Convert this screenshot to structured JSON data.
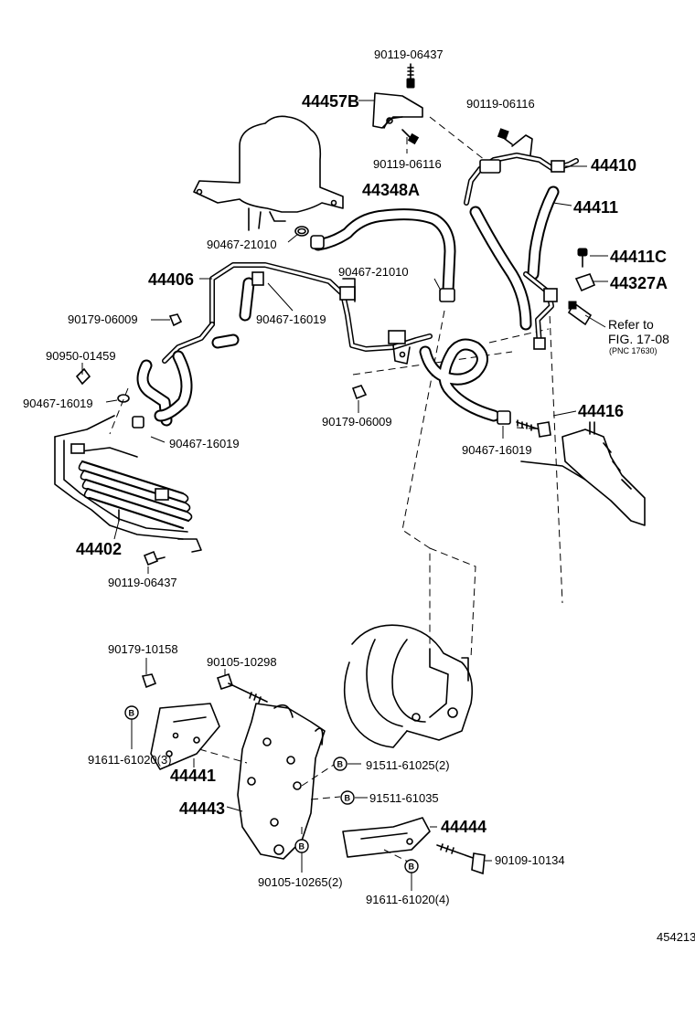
{
  "labels": {
    "p_90119_06437_top": "90119-06437",
    "p_44457B": "44457B",
    "p_90119_06116_a": "90119-06116",
    "p_90119_06116_b": "90119-06116",
    "p_44410": "44410",
    "p_44348A": "44348A",
    "p_44411": "44411",
    "p_90467_21010_a": "90467-21010",
    "p_44411C": "44411C",
    "p_44406": "44406",
    "p_90467_21010_b": "90467-21010",
    "p_44327A": "44327A",
    "p_90179_06009_a": "90179-06009",
    "p_90467_16019_a": "90467-16019",
    "p_90950_01459": "90950-01459",
    "p_90467_16019_b": "90467-16019",
    "p_90179_06009_b": "90179-06009",
    "p_44416": "44416",
    "p_90467_16019_c": "90467-16019",
    "p_90467_16019_d": "90467-16019",
    "p_44402": "44402",
    "p_90119_06437_bot": "90119-06437",
    "p_90179_10158": "90179-10158",
    "p_90105_10298": "90105-10298",
    "p_91611_61020_3": "91611-61020(3)",
    "p_91511_61025_2": "91511-61025(2)",
    "p_44441": "44441",
    "p_91511_61035": "91511-61035",
    "p_44443": "44443",
    "p_44444": "44444",
    "p_90109_10134": "90109-10134",
    "p_90105_10265_2": "90105-10265(2)",
    "p_91611_61020_4": "91611-61020(4)"
  },
  "refer": {
    "line1": "Refer to",
    "line2": "FIG. 17-08",
    "line3": "(PNC 17630)"
  },
  "marker": "B",
  "figure_id": "454213"
}
